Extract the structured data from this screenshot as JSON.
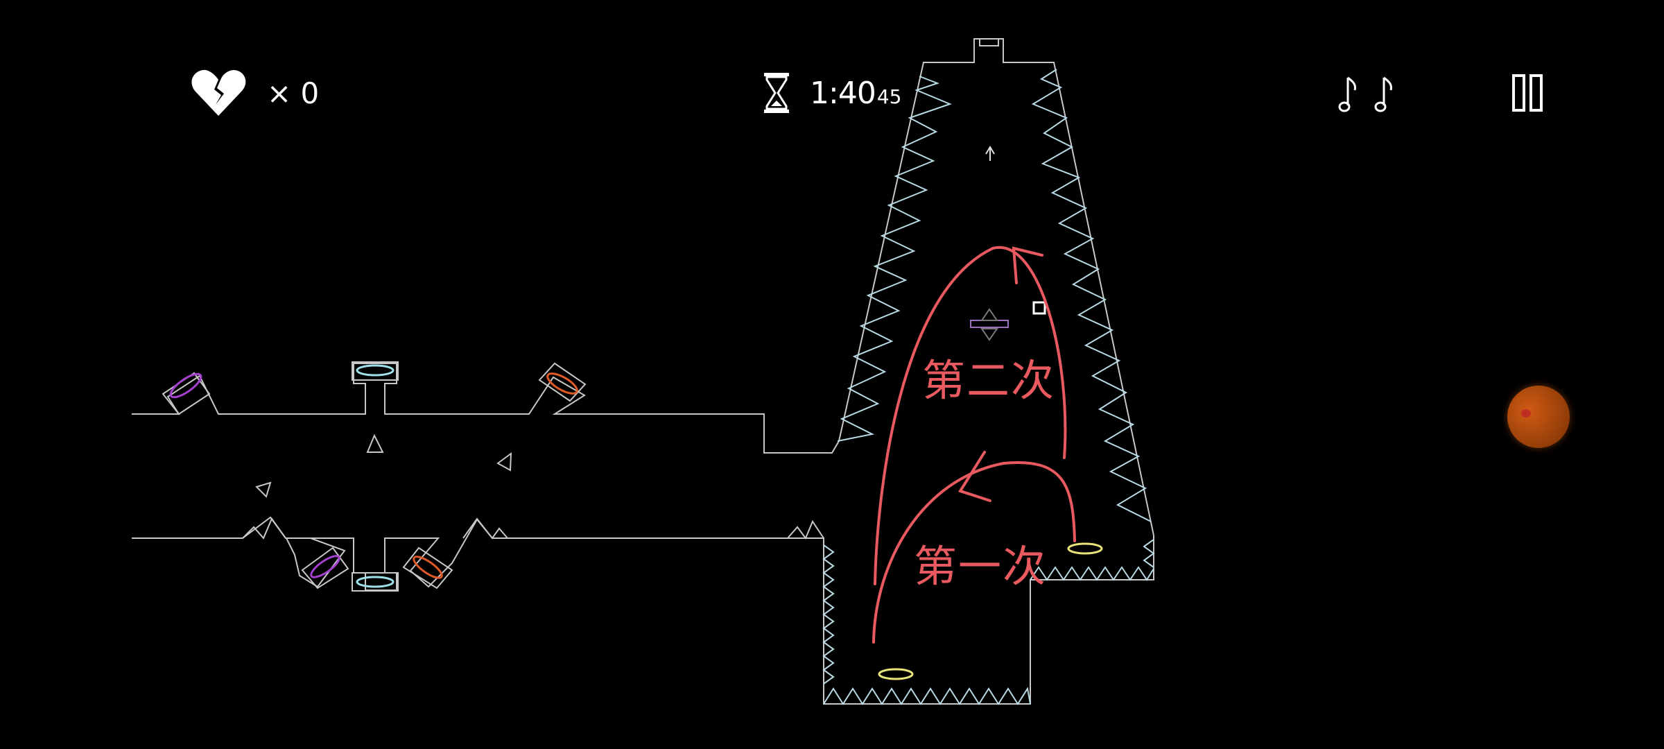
{
  "hud": {
    "lives": {
      "icon": "broken-heart-icon",
      "text": "× 0"
    },
    "timer": {
      "icon": "hourglass-icon",
      "main": "1:40",
      "fraction": "45"
    },
    "collectibles": {
      "icon": "music-note-icon",
      "count_shown": 2
    },
    "pause": {
      "icon": "pause-icon"
    }
  },
  "controls": {
    "jump_button": {
      "icon": "orange-circle-button",
      "color": "#b5500f"
    }
  },
  "annotations": {
    "first": "第一次",
    "second": "第二次",
    "color": "#e85a5f"
  },
  "level": {
    "line_color": "#c8c8c8",
    "spike_color": "#b9dbe6",
    "portal_colors": {
      "purple": "#a53fd0",
      "orange": "#e05a2a",
      "cyan": "#9fe0ea",
      "yellow": "#e8e47a"
    }
  }
}
